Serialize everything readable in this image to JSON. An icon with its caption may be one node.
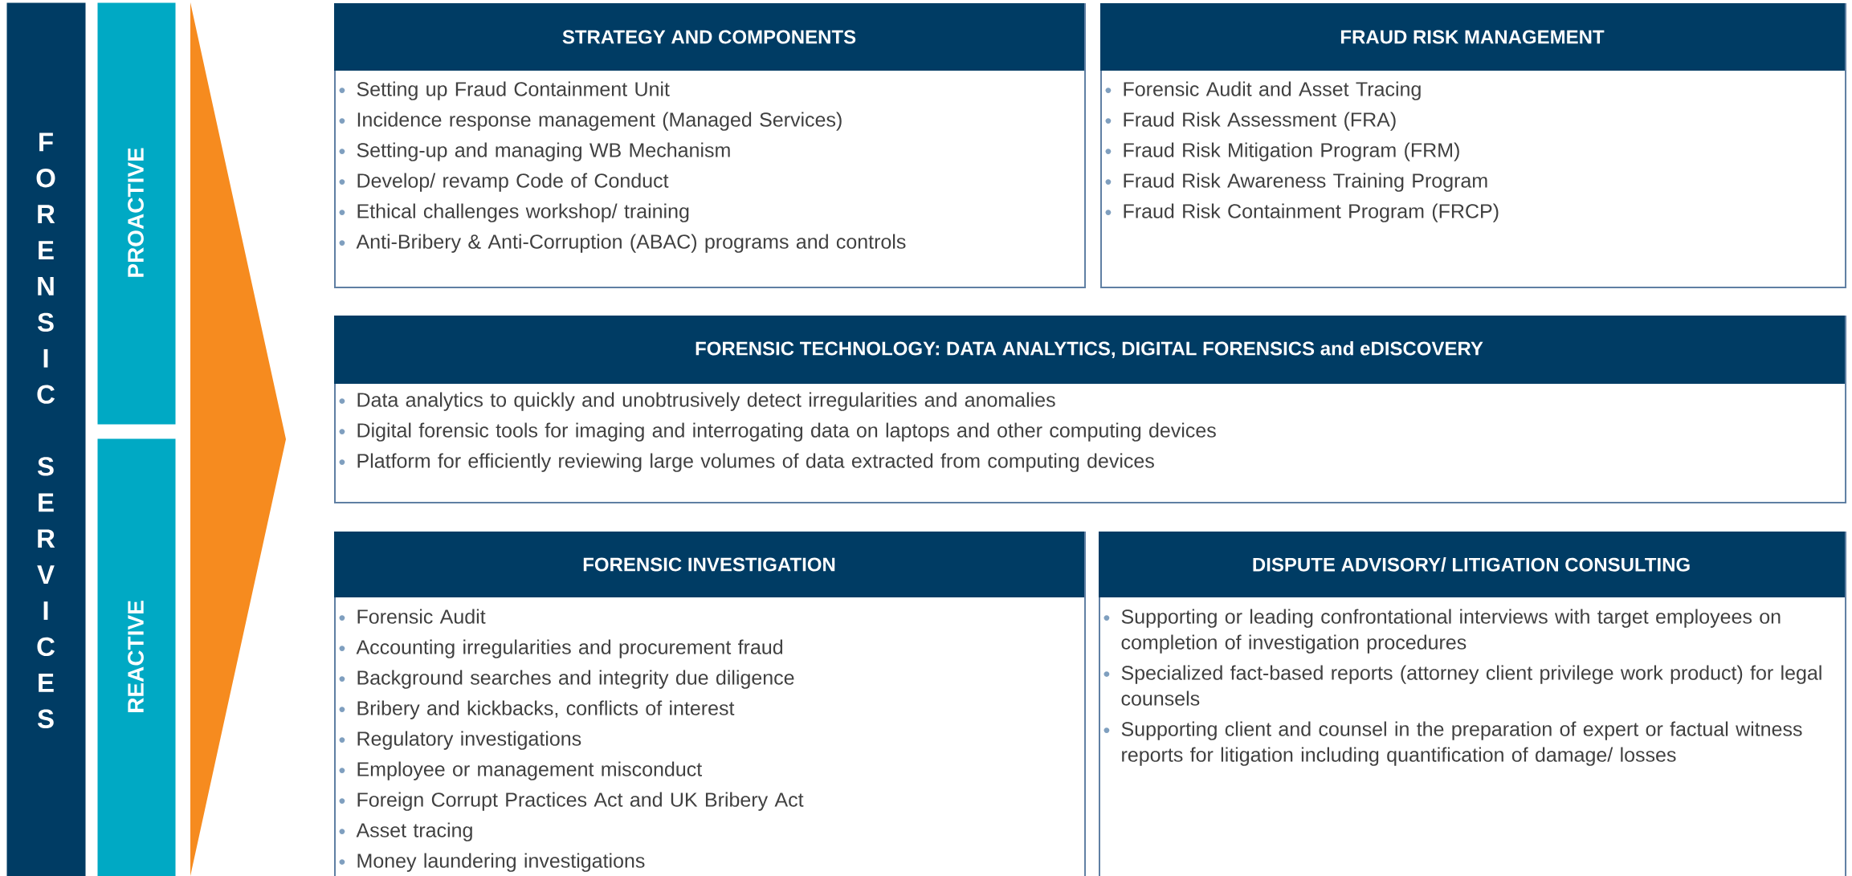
{
  "diagram": {
    "nodes": [
      {
        "text": [
          "FORENSIC SERVICES"
        ]
      },
      {
        "text": [
          "PROACTIVE"
        ]
      },
      {
        "text": [
          "REACTIVE"
        ]
      },
      {
        "text": [
          "STRATEGY AND COMPONENTS",
          "Setting up Fraud Containment Unit",
          "Incidence response management (Managed Services)",
          "Setting-up and managing WB Mechanism",
          "Develop/ revamp Code of Conduct",
          "Ethical challenges workshop/ training",
          "Anti-Bribery & Anti-Corruption (ABAC) programs and controls"
        ]
      },
      {
        "text": [
          "FRAUD RISK MANAGEMENT",
          "Forensic Audit and Asset Tracing",
          "Fraud Risk Assessment (FRA)",
          "Fraud Risk Mitigation Program (FRM)",
          "Fraud Risk Awareness Training Program",
          "Fraud Risk Containment Program (FRCP)"
        ]
      },
      {
        "text": [
          "FORENSIC TECHNOLOGY: DATA ANALYTICS, DIGITAL FORENSICS and eDISCOVERY",
          "Data analytics to quickly and unobtrusively detect irregularities and anomalies",
          "Digital forensic tools for imaging and interrogating data on laptops and other computing devices",
          "Platform for efficiently reviewing large volumes of data extracted from computing devices"
        ]
      },
      {
        "text": [
          "FORENSIC INVESTIGATION",
          "Forensic Audit",
          "Accounting irregularities and procurement fraud",
          "Background searches and integrity due diligence",
          "Bribery and kickbacks, conflicts of interest",
          "Regulatory investigations",
          "Employee or management misconduct",
          "Foreign Corrupt Practices Act and UK Bribery Act",
          "Asset tracing",
          "Money laundering investigations"
        ]
      },
      {
        "text": [
          "DISPUTE ADVISORY/ LITIGATION CONSULTING",
          "Supporting or leading confrontational interviews with target employees on completion of investigation procedures",
          "Specialized fact-based reports (attorney client privilege work product) for legal counsels",
          "Supporting client and counsel in the preparation of expert or factual witness reports for litigation including quantification of damage/ losses"
        ]
      }
    ]
  }
}
